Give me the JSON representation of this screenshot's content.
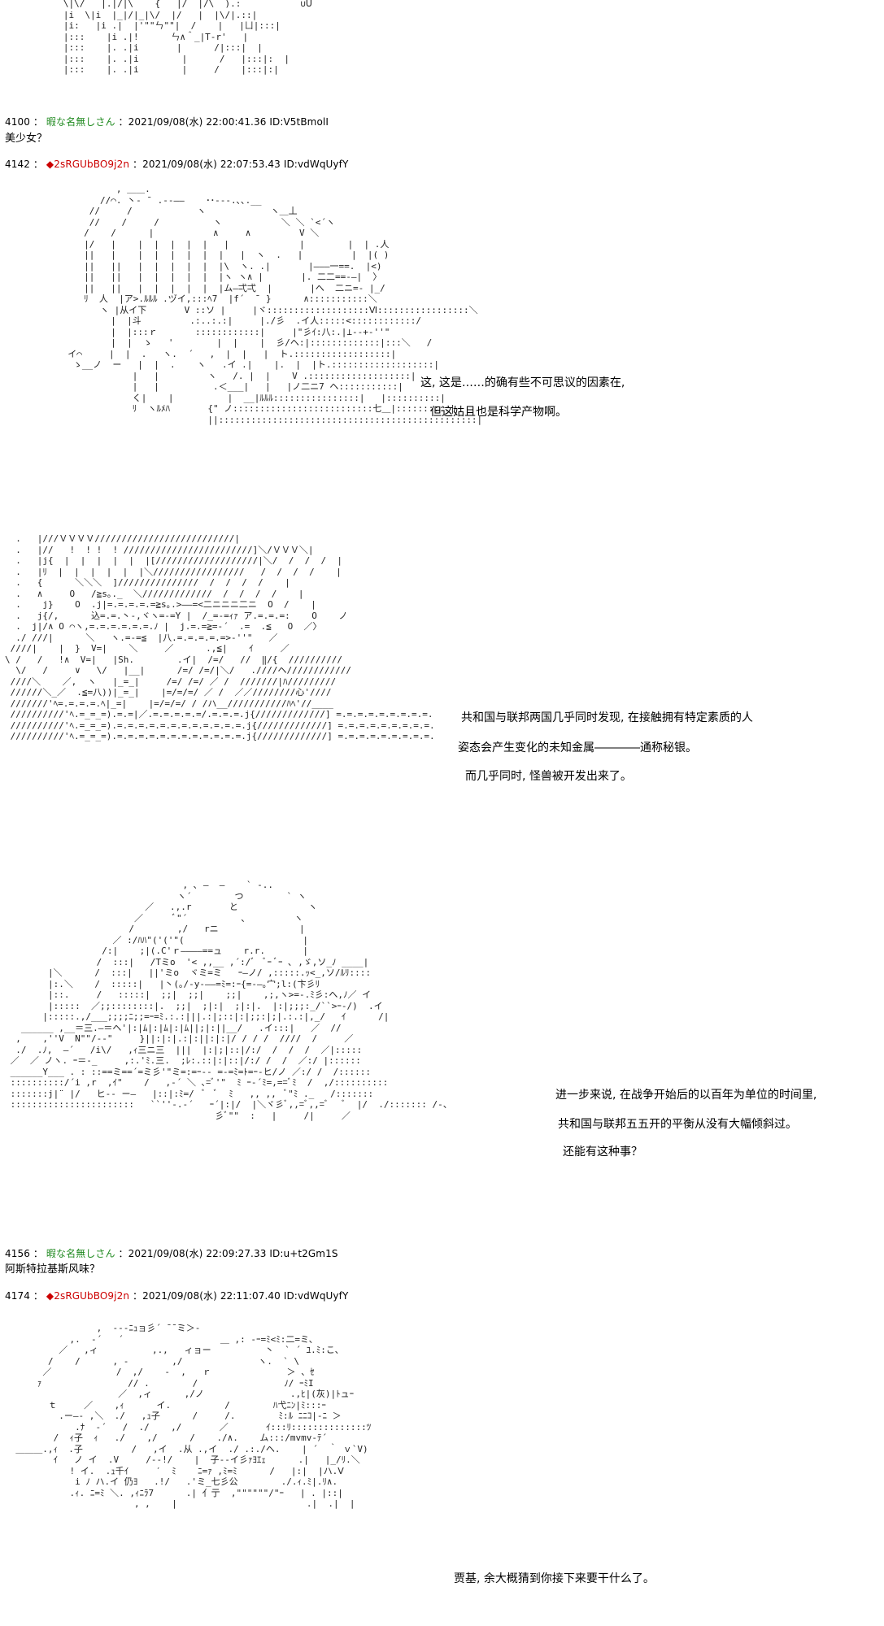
{
  "aa_blocks": {
    "top": "   \\|\\/   |.|/|\\    {   |/  |/\\  ).:           ∪ᑌ\n   |i  \\|i  |_|/|_|\\/  |/   |  |\\/|.::|\n   |i:   |i .|  |'\"\"ㄣ\"\"|  /    |   |ㄩ|:::|\n   |:::    |i .|!      ㄣ∧＾_|T-r'   |\n   |:::    |. .|i       |      /|:::|  |\n   |:::    |. .|i        |      /   |:::|:  |\n   |:::    |. .|i        |     /    |:::|:|\n",
    "girl1": "           , ＿＿.\n        //⌒. 丶- ̄  .-‐――    ･･‐-‐.､､.__\n      //     /            ヽ            ヽ＿丄\n      //    /     /          ヽ           ＼ ＼ `<´ヽ\n     /    /      |           ∧     ∧         V ＼\n     |/   |    |  |  |  |  |   |             |        |  | .人\n     ||   |    |  |  |  |  |  |   |  ヽ  .   |         |  |( )\n     ||   ||   |  |  |  |  |  |\\  ヽ. .|       |―――一==.  |<)\n     ||   ||   |  |  |  |  |  |ヽ ヽ∧ |       |. 二二==-―|  〉\n     ||   ||   |  |  |  |  |  |ム―弌弌  |       |ヘ  二ニ=‐ |_/\n     ﾘ  人  |ア>.ﾙﾙﾙ .ヅイ,:::ﾍ7  |f´  ̄  }      ∧:::::::::::＼\n        ヽ |从イ下       V ::ソ |     |ヾ:::::::::::::::::::Ⅵ:::::::::::::::::＼\n          |  |斗         .:..:.:|     |./彡  .イ人:::::<::::::::::::/\n          |  |:::ｒ       ::::::::::::|     |\"彡ｲ:八:.|⊥-‐+‐''\"\n          |  |  ゝ   '        |  |    |  彡/ヘ:|:::::::::::::|:::＼   /\n  イ⌒     |  |  .   ヽ.  ´   ,  |  |   |  ト.::::::::::::::::::|\n   ゝ__ノ  ー   |  |  .    ヽ   .イ .|    |.  |  |ト.:::::::::::::::::::|\n              |   |         ヽ   /. |  |    V .:::::::::::::::::::|\n              |   |          .＜___|   |   |ノ二ニ7 ヘ:::::::::::|\n              く|    |          |  __|ﾙﾙﾙ::::::::::::::::|   |::::::::::|\n              ﾘ  ヽﾙﾒﾊ       {\" ノ::::::::::::::::::::::::::七＿|::::::::::|\n                            ||::::::::::::::::::::::::::::::::::::::::::::::::|\n",
    "mech": "  .   |///ＶＶＶＶ//////////////////////////|\n  .   |//   !  ! !  ! ////////////////////////]＼/ＶＶＶ＼|\n  .   |j{  |  |  |  |  |  |[///////////////////|＼/  /  /  /  |\n  .   |ﾘ  |  |  |  |  |  |＼/////////////////   /  /  /  /    |\n  .   {      ＼＼＼  ]///////////////  /  /  /  /    |\n  .   ∧     O   /≧s｡._  ＼/////////////  /  /  /  /    |\n  .    j}    O  .j|=.=.=.=.=≧s｡.>――=<二ニニニ二ニ  O  /    |\n  .   j{/,      込=.=.丶-,ヾヽ=-=Y |  /_=-=ｨｧ ア.=.=.=:    O    ノ\n  .  j|/∧ O ⌒ヽ,=.=.=.=.=.=.ﾉ |  j.=.=≧=-´  .=  .≦   O  ／〉\n  ./ ///|      ＼   ヽ.=-=≦  |八.=.=.=.=.=>‐''\"   ／\n ////|    |  }  V=|    ＼     ／      .,≦|    ｲ     ／\n\\ /   /   !∧  V=|   |Sh.        .イ|  /=/   //  ‖/{  //////////\n  \\/   /     ∨   \\/   |__|      /=/ /=/|＼/   .////ヘ////////////\n ////＼    ／,  ヽ   |_=_|     /=/ /=/ ／ /  ///////|ﾊ/////////\n //////＼_／  .≦=八))|_=_|    |=/=/=/ ／ /  ／／////////心'////\n ///////'ﾍ=.=.=.=.ﾍ|_=|    |=/=/=/ / /ハ__///////////ﾊﾍ'//____\n //////////'ﾍ.=_=_=).=.=|／.=.=.=.=.=/.=.=.=.j{/////////////] =.=.=.=.=.=.=.=.=.\n //////////'ﾍ.=_=_=).=.=.=.=.=.=.=.=.=.=.=.=.j{/////////////] =.=.=.=.=.=.=.=.=.\n //////////'ﾍ.=_=_=).=.=.=.=.=.=.=.=.=.=.=.=.j{/////////////] =.=.=.=.=.=.=.=.=.\n",
    "monster": "                                 , ､ ―  ―    ` -..\n                                ヽ´        つ        ` ヽ\n                          ／   .,.r       と             ヽ\n                        ／      ﾞ\"´          ､         ヽ\n                       /        ,/   rニ               |\n                    ／ :/ﾊﾊ\"('('\"(                      |\n                  /:|    ;|(.C'ｒ――――==ュ    r.r.       |\n                 /  :::|   /Tミo  '< ,,__ ,´:/ﾞ  ﾞｰ ﾞｰ ､ ,ゞ,ソ_ﾉ ____|\n        |＼      /  :::|   ||'ミo  ヾミ=ミ   ｰ―ノ/ ,:::::.ｯ<_,ソ/ﾙﾘ::::\n        |:.＼    /  :::::|   |丶(｡/-y‐――=ﾐ=:ｰ{=-―｡宀;l:(卞彡ﾘ\n        |::.     /   :::::|  ;;|  ;;|    ;;|    ,;,ヽ>=-.ﾐ彡:へ,ﾉ／ イ\n        |:::::  ／;;::::::::|.  ;;|  ;|:|  ;|:|.  |:|;;;:_/``>ｰ‐/)  .イ\n       |:::::.,/___;;;;ﾆ;;=ｰ=ﾐ.:.:|||.:|;::|:|;;:|;|.:.:|,_/   ｲ      /|\n   ______ ,__＝三.―＝ヘ'|:|ﾑ|:|ﾑ|:|ﾑ||;|:||__/   .イ:::|   ／  //\n  ,    ,''V  N\"\"/--\"     }||:|:|.:|:||:|:|/ / / /  ////  /     ／\n  ./  .ﾉ,  ―´   /i\\/   ,ｨ三ニ三  |||  |:|;|::|/:/  /  /  /  ／|:::::\n ／  ／ ノヽ. ｰ＝-_     ,:.'ﾐ.三.  ;ﾚ:.::|:|::|/:/ /  /  ／:/ |::::::\n ______Y___ . : ::==ミ==´=ミ彡'\"ミ=:=ｰ-- =-=ﾐ=ﾄ=ｰ-ヒ/ノ ／:/ /  /::::::\n ::::::::::/´i ,r  ,ｲ\"    /   ,-´ ＼ ､=ﾞ'\"  ﾐ ｰ-´ﾐ=,==ﾞﾐ  /  ,/::::::::::\n :::::::j|¨ |/   ヒ-- ー―   |::|:ﾐ=/  ﾞ  ﾞ  ﾐ   ,, ,,  ﾞ\"ﾐ ._   /:::::::\n :::::::::::::::::::::::   ``''-.-´   ｰ´|:|/  |＼ヾ彡ﾞ,,=ﾞ,,=ﾞ   ﾞ  |/  ./::::::: /‐、\n                                       彡ﾞ\"\"  :   |     /|     ／     \n",
    "girl2": "                 ,  -‐‐ﾆｭョ彡´ ̄ ̄ ̄ミ＞-\n            ,.  ‐´   ´                  ＿ ,: -ｰ=ﾐ<ﾐ:二=ミ､\n          ／   ,ィ          ,.,   ィョー          丶  ` ´ ﾕ.ﾐ:こ、\n        /    /      , ‐        ,/              ヽ.  ` \\\n       ／            /  ,/    ‐  ,   ｒ              ＞ 、ｾ\n      ｧ                // .        /                ﾉ/ ｰﾐI\n                     ／  ,ィ      ,/ノ                .,ﾋ|(灰)|ﾄュｰ\n        ｔ     ／    ,ｨ      イ.          /        ﾊ弋ﾆﾝ|ﾐ:::ｰ\n          .ー―‐ ,＼  ./   ,ｭ子      /     /.        ﾐ:ﾙ ﾆﾆｺ|‐ﾆ ＞\n             .ﾅ  ‐´   /  ./    ,/       ／       ｲ:::ﾘ::::::::::::::ﾂ\n         /  ｨ子  ｨ   ./    ,/      /    ./∧.    ム:::/mvmv-ﾃ´\n  ＿＿＿.,ｨ  .子         /   ,イ  .从 .,イ  ./ .:./ヘ.    | ´  ｀ ｖ`V)\n         ｲ   ノ イ  .V     /-‐!/    |  子-‐イ彡ｧﾖｴｪ      .|   |_/ﾘ.＼\n            ! イ.  .ｭ千ｲ     ′  ﾐ    ﾆ=ｧ ,ﾐ=ﾐ      /   |:|  |ハ.Ⅴ\n             i ﾉ ハ.イ 仍ﾖ   .!/   .'ミ_七彡公        ./.ｨ.ﾐ|.ﾘ∧.\n            .ｨ. ﾆ=ﾐ ＼. ,ｨﾆﾗ7      .| 亻亍  ,\"\"\"\"\"\"/\"ｰ   | . |::|\n                        , ,    |                        .|  .|  |\n"
  },
  "posts": {
    "p4100": {
      "number": "4100",
      "name": "暇な名無しさん",
      "separator": " ：",
      "datetime": "2021/09/08(水) 22:00:41.36",
      "id": "ID:V5tBmolI",
      "body": "美少女？"
    },
    "p4142": {
      "number": "4142",
      "name": "2sRGUbBO9j2n",
      "separator": " ：",
      "datetime": "2021/09/08(水) 22:07:53.43",
      "id": "ID:vdWqUyfY"
    },
    "p4156": {
      "number": "4156",
      "name": "暇な名無しさん",
      "separator": " ：",
      "datetime": "2021/09/08(水) 22:09:27.33",
      "id": "ID:u+t2Gm1S",
      "body": "阿斯特拉基斯风味？"
    },
    "p4174": {
      "number": "4174",
      "name": "2sRGUbBO9j2n",
      "separator": " ：",
      "datetime": "2021/09/08(水) 22:11:07.40",
      "id": "ID:vdWqUyfY"
    }
  },
  "captions": {
    "c1": "这, 这是……的确有些不可思议的因素在,",
    "c2": "但这姑且也是科学产物啊。",
    "c3": "共和国与联邦两国几乎同时发现, 在接触拥有特定素质的人",
    "c4": "姿态会产生变化的未知金属――――通称秘银。",
    "c5": "而几乎同时, 怪兽被开发出来了。",
    "c6": "进一步来说, 在战争开始后的以百年为单位的时间里,",
    "c7": "共和国与联邦五五开的平衡从没有大幅倾斜过。",
    "c8": "还能有这种事？",
    "c9": "贾基, 余大概猜到你接下来要干什么了。"
  },
  "symbols": {
    "diamond": "◆"
  },
  "colors": {
    "name": "#228b22",
    "trip": "#cc0000",
    "text": "#000000"
  }
}
